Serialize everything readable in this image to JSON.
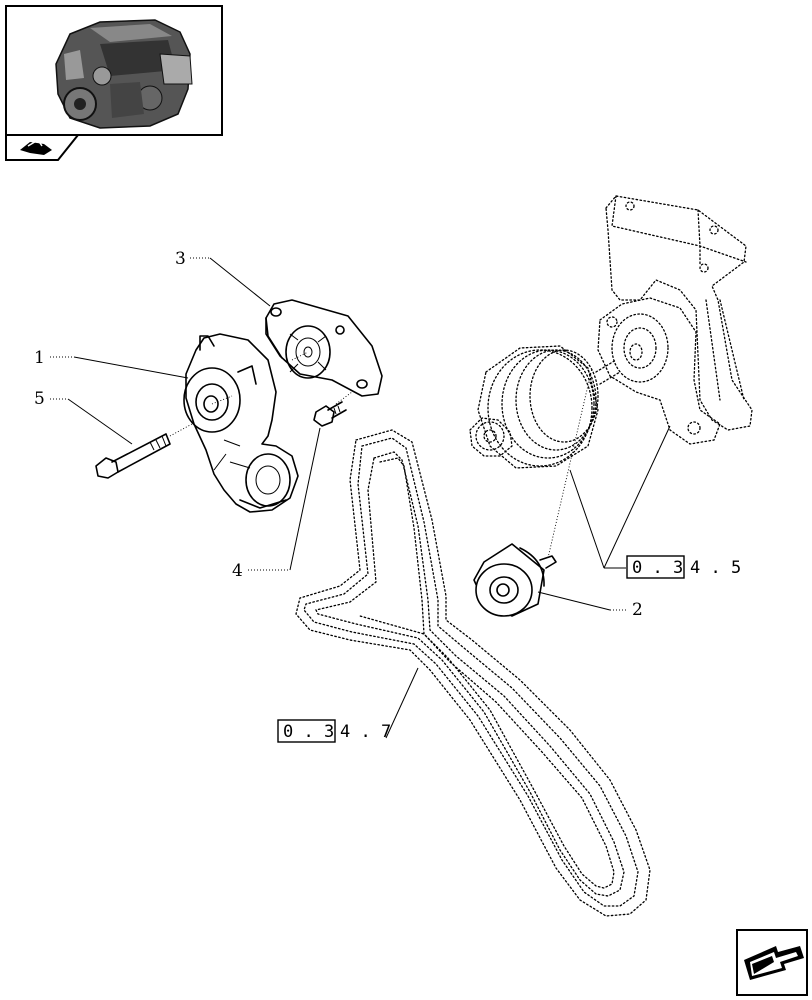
{
  "callouts": [
    {
      "id": "1",
      "text": "1"
    },
    {
      "id": "2",
      "text": "2"
    },
    {
      "id": "3",
      "text": "3"
    },
    {
      "id": "4",
      "text": "4"
    },
    {
      "id": "5",
      "text": "5"
    }
  ],
  "references": {
    "upper": {
      "boxed": "0 . 3",
      "rest": "4 . 5"
    },
    "lower": {
      "boxed": "0 . 3",
      "rest": "4 . 7"
    }
  },
  "icons": {
    "thumbnail": "engine-thumbnail-icon",
    "section_tab": "hand-book-icon",
    "nav": "next-page-arrow-icon"
  }
}
